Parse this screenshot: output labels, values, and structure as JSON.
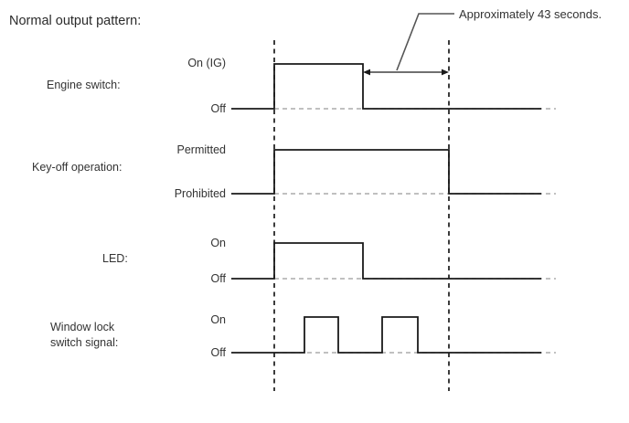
{
  "title": "Normal output pattern:",
  "annotation": {
    "text": "Approximately 43 seconds.",
    "value": 43,
    "unit": "seconds",
    "measures": "time from engine switch Off to end of key-off permitted window"
  },
  "colors": {
    "text": "#333333",
    "wave": "#1a1a1a",
    "dashed_baseline": "#9a9a9a",
    "guide": "#1a1a1a",
    "leader": "#555555",
    "background": "#ffffff"
  },
  "chart_data": {
    "type": "line",
    "title": "Normal output pattern:",
    "xlabel": "",
    "ylabel": "",
    "grid": false,
    "legend": "none",
    "time_axis": {
      "t_start": 253,
      "t_end": 608,
      "markers": [
        {
          "name": "engine-switch-on",
          "x": 300
        },
        {
          "name": "key-off-window-end",
          "x": 491
        }
      ]
    },
    "series": [
      {
        "name": "Engine switch",
        "row_label": "Engine switch:",
        "levels": {
          "high": "On (IG)",
          "low": "Off"
        },
        "transitions": [
          {
            "x": 253,
            "level": "low"
          },
          {
            "x": 300,
            "level": "high"
          },
          {
            "x": 397,
            "level": "low"
          },
          {
            "x": 608,
            "level": "low"
          }
        ]
      },
      {
        "name": "Key-off operation",
        "row_label": "Key-off operation:",
        "levels": {
          "high": "Permitted",
          "low": "Prohibited"
        },
        "transitions": [
          {
            "x": 253,
            "level": "low"
          },
          {
            "x": 300,
            "level": "high"
          },
          {
            "x": 491,
            "level": "low"
          },
          {
            "x": 608,
            "level": "low"
          }
        ]
      },
      {
        "name": "LED",
        "row_label": "LED:",
        "levels": {
          "high": "On",
          "low": "Off"
        },
        "transitions": [
          {
            "x": 253,
            "level": "low"
          },
          {
            "x": 300,
            "level": "high"
          },
          {
            "x": 397,
            "level": "low"
          },
          {
            "x": 608,
            "level": "low"
          }
        ]
      },
      {
        "name": "Window lock switch signal",
        "row_label": "Window lock\nswitch signal:",
        "row_label_line1": "Window lock",
        "row_label_line2": "switch signal:",
        "levels": {
          "high": "On",
          "low": "Off"
        },
        "transitions": [
          {
            "x": 253,
            "level": "low"
          },
          {
            "x": 333,
            "level": "high"
          },
          {
            "x": 370,
            "level": "low"
          },
          {
            "x": 418,
            "level": "high"
          },
          {
            "x": 457,
            "level": "low"
          },
          {
            "x": 608,
            "level": "low"
          }
        ]
      }
    ]
  },
  "rows": {
    "engine_switch": {
      "label": "Engine switch:",
      "high_label": "On (IG)",
      "low_label": "Off"
    },
    "key_off": {
      "label": "Key-off operation:",
      "high_label": "Permitted",
      "low_label": "Prohibited"
    },
    "led": {
      "label": "LED:",
      "high_label": "On",
      "low_label": "Off"
    },
    "window_lock": {
      "label_line1": "Window lock",
      "label_line2": "switch signal:",
      "high_label": "On",
      "low_label": "Off"
    }
  }
}
